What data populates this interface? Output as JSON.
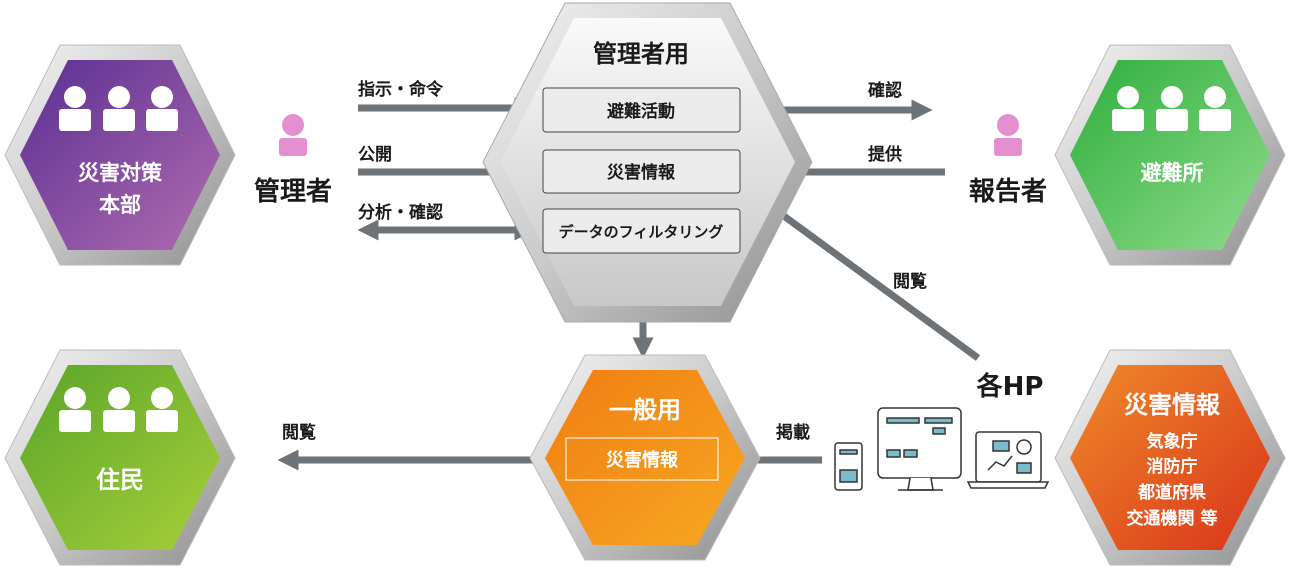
{
  "nodes": {
    "hq": {
      "line1": "災害対策",
      "line2": "本部",
      "color": "#6a3a9a"
    },
    "shelter": {
      "label": "避難所",
      "color": "#4cbb4c"
    },
    "residents": {
      "label": "住民",
      "color": "#7cb82f"
    },
    "admin": {
      "title": "管理者用",
      "items": [
        "避難活動",
        "災害情報",
        "データのフィルタリング"
      ]
    },
    "public": {
      "title": "一般用",
      "item": "災害情報",
      "color": "#f39a1a"
    },
    "sources": {
      "title": "災害情報",
      "lines": [
        "気象庁",
        "消防庁",
        "都道府県",
        "交通機関 等"
      ],
      "color": "#e8501c"
    }
  },
  "actors": {
    "manager": "管理者",
    "reporter": "報告者",
    "websites": "各HP"
  },
  "arrows": {
    "instruct": "指示・命令",
    "publish": "公開",
    "analyze": "分析・確認",
    "confirm": "確認",
    "provide": "提供",
    "view_hp": "閲覧",
    "post": "掲載",
    "view_residents": "閲覧"
  },
  "colors": {
    "arrow": "#6e7378",
    "person": "#e48fd0"
  }
}
